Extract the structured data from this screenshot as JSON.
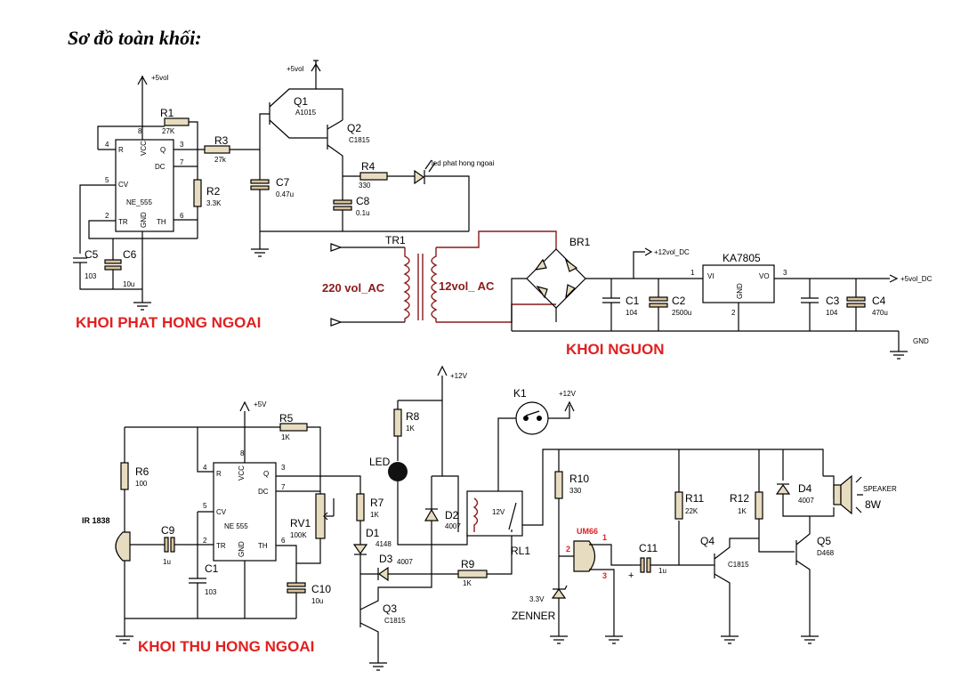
{
  "title": "Sơ đồ toàn khối:",
  "blocks": {
    "tx": "KHOI PHAT HONG NGOAI",
    "psu": "KHOI NGUON",
    "rx": "KHOI THU HONG NGOAI"
  },
  "supplies": {
    "v5_tx": "+5vol",
    "v5_q1": "+5vol",
    "v12_dc": "+12vol_DC",
    "v5_dc": "+5vol_DC",
    "gnd": "GND",
    "v5_rx": "+5V",
    "v12_rx": "+12V",
    "v12_k1": "+12V"
  },
  "transmitter": {
    "r1": {
      "ref": "R1",
      "value": "27K"
    },
    "r2": {
      "ref": "R2",
      "value": "3.3K"
    },
    "r3": {
      "ref": "R3",
      "value": "27k"
    },
    "r4": {
      "ref": "R4",
      "value": "330"
    },
    "c5": {
      "ref": "C5",
      "value": "103"
    },
    "c6": {
      "ref": "C6",
      "value": "10u"
    },
    "c7": {
      "ref": "C7",
      "value": "0.47u"
    },
    "c8": {
      "ref": "C8",
      "value": "0.1u"
    },
    "q1": {
      "ref": "Q1",
      "value": "A1015"
    },
    "q2": {
      "ref": "Q2",
      "value": "C1815"
    },
    "ic": {
      "name": "NE_555"
    },
    "led": "led phat hong ngoai"
  },
  "psu": {
    "tr1": "TR1",
    "primary": "220 vol_AC",
    "secondary": "12vol_ AC",
    "br1": "BR1",
    "c1": {
      "ref": "C1",
      "value": "104"
    },
    "c2": {
      "ref": "C2",
      "value": "2500u"
    },
    "c3": {
      "ref": "C3",
      "value": "104"
    },
    "c4": {
      "ref": "C4",
      "value": "470u"
    },
    "reg": {
      "name": "KA7805",
      "vi": "VI",
      "vo": "VO",
      "gnd": "GND"
    }
  },
  "receiver": {
    "ir": "IR 1838",
    "r5": {
      "ref": "R5",
      "value": "1K"
    },
    "r6": {
      "ref": "R6",
      "value": "100"
    },
    "r7": {
      "ref": "R7",
      "value": "1K"
    },
    "r8": {
      "ref": "R8",
      "value": "1K"
    },
    "r9": {
      "ref": "R9",
      "value": "1K"
    },
    "r10": {
      "ref": "R10",
      "value": "330"
    },
    "r11": {
      "ref": "R11",
      "value": "22K"
    },
    "r12": {
      "ref": "R12",
      "value": "1K"
    },
    "rv1": {
      "ref": "RV1",
      "value": "100K"
    },
    "c1": {
      "ref": "C1",
      "value": "103"
    },
    "c9": {
      "ref": "C9",
      "value": "1u"
    },
    "c10": {
      "ref": "C10",
      "value": "10u"
    },
    "c11": {
      "ref": "C11",
      "value": "1u"
    },
    "d1": {
      "ref": "D1",
      "value": "4148"
    },
    "d2": {
      "ref": "D2",
      "value": "4007"
    },
    "d3": {
      "ref": "D3",
      "value": "4007"
    },
    "d4": {
      "ref": "D4",
      "value": "4007"
    },
    "q3": {
      "ref": "Q3",
      "value": "C1815"
    },
    "q4": {
      "ref": "Q4",
      "value": "C1815"
    },
    "q5": {
      "ref": "Q5",
      "value": "D468"
    },
    "ic": {
      "name": "NE 555"
    },
    "led": "LED",
    "k1": "K1",
    "rl1": "RL1",
    "relay_v": "12V",
    "um66": "UM66",
    "zener_v": "3.3V",
    "zener": "ZENNER",
    "speaker": "SPEAKER",
    "speaker_w": "8W"
  },
  "pins555": {
    "r": "R",
    "q": "Q",
    "dc": "DC",
    "cv": "CV",
    "tr": "TR",
    "th": "TH",
    "gnd": "GND",
    "vcc": "VCC"
  },
  "pin_numbers": {
    "p1": "1",
    "p2": "2",
    "p3": "3",
    "p4": "4",
    "p5": "5",
    "p6": "6",
    "p7": "7",
    "p8": "8"
  },
  "colors": {
    "block_label": "#e02020",
    "wire": "#000000",
    "transformer": "#8b1a1a"
  }
}
